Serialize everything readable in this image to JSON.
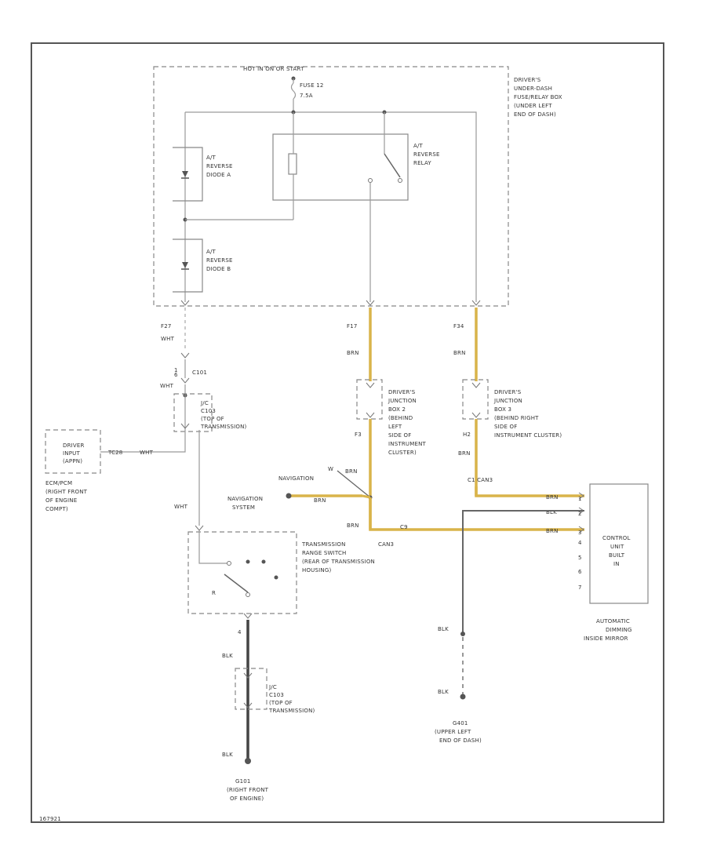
{
  "fuse_block": {
    "header": "HOT IN ON OR START",
    "fuse": "FUSE 12",
    "fuse_rating": "7.5A",
    "location": [
      "DRIVER'S",
      "UNDER-DASH",
      "FUSE/RELAY BOX",
      "(UNDER LEFT",
      "END OF DASH)"
    ]
  },
  "relay": {
    "label": [
      "A/T",
      "REVERSE",
      "RELAY"
    ]
  },
  "diode_a": {
    "label": [
      "A/T",
      "REVERSE",
      "DIODE A"
    ]
  },
  "diode_b": {
    "label": [
      "A/T",
      "REVERSE",
      "DIODE B"
    ]
  },
  "left_branch": {
    "pin": "F27",
    "wire_color": "WHT",
    "pin2": "1",
    "c101": "C101",
    "pin3": "6",
    "wht2": "WHT",
    "jc": [
      "J/C",
      "C103",
      "(TOP OF",
      "TRANSMISSION)"
    ],
    "ecm_pin": "TC28",
    "ecm_wire": "WHT",
    "ecm_box": [
      "DRIVER",
      "INPUT",
      "(APPN)"
    ],
    "ecm_loc": [
      "ECM/PCM",
      "(RIGHT FRONT",
      "OF ENGINE",
      "COMPT)"
    ],
    "wht3": "WHT",
    "trs_label": [
      "TRANSMISSION",
      "RANGE SWITCH",
      "(REAR OF TRANSMISSION",
      "HOUSING)"
    ],
    "trs_r": "R",
    "trs_pin": "4",
    "blk1": "BLK",
    "jc2": [
      "J/C",
      "C103",
      "(TOP OF",
      "TRANSMISSION)"
    ],
    "blk2": "BLK",
    "ground": [
      "G101",
      "(RIGHT FRONT",
      "OF ENGINE)"
    ]
  },
  "mid_branch": {
    "pin": "F17",
    "wire1": "BRN",
    "jb": [
      "DRIVER'S",
      "JUNCTION",
      "BOX 2",
      "(BEHIND",
      "LEFT",
      "SIDE OF",
      "INSTRUMENT",
      "CLUSTER)"
    ],
    "pin2": "F3",
    "nav_label": "NAVIGATION",
    "nav_pin": "W",
    "nav_wire": "BRN",
    "nav_wire2": "BRN",
    "nav_system": [
      "NAVIGATION",
      "SYSTEM"
    ],
    "wire3": "BRN",
    "splice": "C9",
    "can": "CAN3"
  },
  "right_branch": {
    "pin": "F34",
    "wire1": "BRN",
    "jb": [
      "DRIVER'S",
      "JUNCTION",
      "BOX 3",
      "(BEHIND RIGHT",
      "SIDE OF",
      "INSTRUMENT CLUSTER)"
    ],
    "pin2": "H2",
    "wire2": "BRN",
    "can": "C1 CAN3"
  },
  "mirror": {
    "wires": [
      "BRN",
      "BLK",
      "BRN"
    ],
    "pins": [
      "1",
      "2",
      "3",
      "4",
      "5",
      "6",
      "7"
    ],
    "box": [
      "CONTROL",
      "UNIT",
      "BUILT",
      "IN"
    ],
    "label": [
      "AUTOMATIC",
      "DIMMING",
      "INSIDE MIRROR"
    ],
    "blk1": "BLK",
    "blk2": "BLK",
    "ground": [
      "G401",
      "(UPPER LEFT",
      "END OF DASH)"
    ]
  },
  "footer_code": "167921"
}
